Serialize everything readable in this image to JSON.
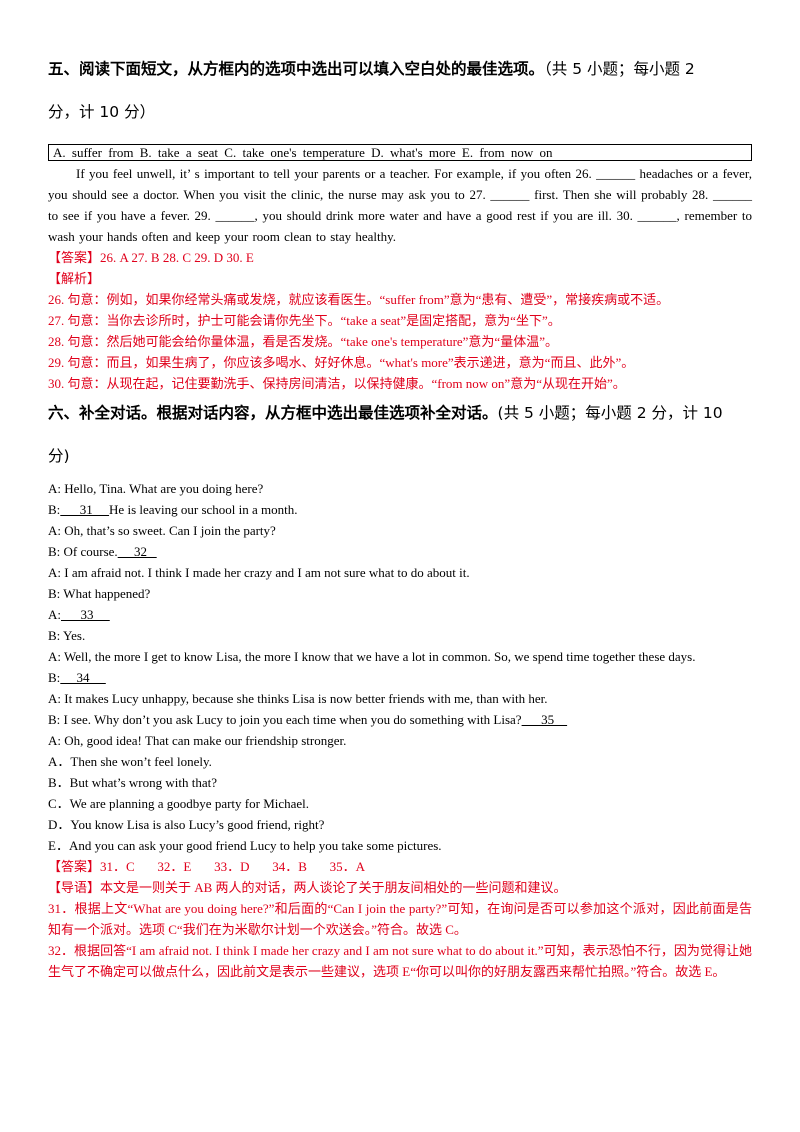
{
  "section5": {
    "title_bold": "五、阅读下面短文，从方框内的选项中选出可以填入空白处的最佳选项。",
    "title_normal": "（共 5 小题；每小题 2",
    "title_line2": "分，计 10 分）",
    "options": "A. suffer from   B. take a seat   C. take one's temperature   D. what's more   E. from now on",
    "passage": "If you feel unwell, it’ s important to tell your parents or a teacher. For example, if you often 26. ______ headaches or a fever, you should see a doctor. When you visit the clinic, the nurse may ask you to 27. ______ first. Then she will probably 28. ______ to see if you have a fever. 29. ______, you should drink more water and have a good rest if you are ill. 30. ______, remember to wash your hands often and keep your room clean to stay healthy.",
    "answer": "【答案】26. A    27. B    28. C    29. D    30. E",
    "analysis_label": "【解析】",
    "explanations": [
      "26. 句意：例如，如果你经常头痛或发烧，就应该看医生。“suffer from”意为“患有、遭受”，常接疾病或不适。",
      "27. 句意：当你去诊所时，护士可能会请你先坐下。“take a seat”是固定搭配，意为“坐下”。",
      "28. 句意：然后她可能会给你量体温，看是否发烧。“take one's temperature”意为“量体温”。",
      "29. 句意：而且，如果生病了，你应该多喝水、好好休息。“what's more”表示递进，意为“而且、此外”。",
      "30. 句意：从现在起，记住要勤洗手、保持房间清洁，以保持健康。“from now on”意为“从现在开始”。"
    ]
  },
  "section6": {
    "title_bold": "六、补全对话。根据对话内容，从方框中选出最佳选项补全对话。",
    "title_normal": "(共 5 小题；每小题 2 分，计 10",
    "title_line2": "分)",
    "dialog": {
      "l1": "A: Hello, Tina. What are you doing here?",
      "l2_pre": "B:",
      "l2_blank": "      31     ",
      "l2_post": "He is leaving our school in a month.",
      "l3": "A: Oh, that’s so sweet. Can I join the party?",
      "l4_pre": "B: Of course.",
      "l4_blank": "     32   ",
      "l5": "A: I am afraid not. I think I made her crazy and I am not sure what to do about it.",
      "l6": "B: What happened?",
      "l7_pre": "A:",
      "l7_blank": "      33     ",
      "l8": "B: Yes.",
      "l9": "A: Well, the more I get to know Lisa, the more I know that we have a lot in common. So, we spend time together these days.",
      "l10_pre": "B:",
      "l10_blank": "     34     ",
      "l11": "A: It makes Lucy unhappy, because she thinks Lisa is now better friends with me, than with her.",
      "l12_pre": "B: I see. Why don’t you ask Lucy to join you each time when you do something with Lisa?",
      "l12_blank": "      35    ",
      "l13": "A: Oh, good idea! That can make our friendship stronger."
    },
    "choices": [
      "A．Then she won’t feel lonely.",
      "B．But what’s wrong with that?",
      "C．We are planning a goodbye party for Michael.",
      "D．You know Lisa is also Lucy’s good friend, right?",
      "E．And you can ask your good friend Lucy to help you take some pictures."
    ],
    "answer": "【答案】31．C       32．E       33．D       34．B       35．A",
    "guide": "【导语】本文是一则关于 AB 两人的对话，两人谈论了关于朋友间相处的一些问题和建议。",
    "explanations": [
      "31．根据上文“What are you doing here?”和后面的“Can I join the party?”可知，在询问是否可以参加这个派对，因此前面是告知有一个派对。选项 C“我们在为米歇尔计划一个欢送会。”符合。故选 C。",
      "32．根据回答“I am afraid not. I think I made her crazy and I am not sure what to do about it.”可知，表示恐怕不行，因为觉得让她生气了不确定可以做点什么，因此前文是表示一些建议，选项 E“你可以叫你的好朋友露西来帮忙拍照。”符合。故选 E。"
    ]
  }
}
